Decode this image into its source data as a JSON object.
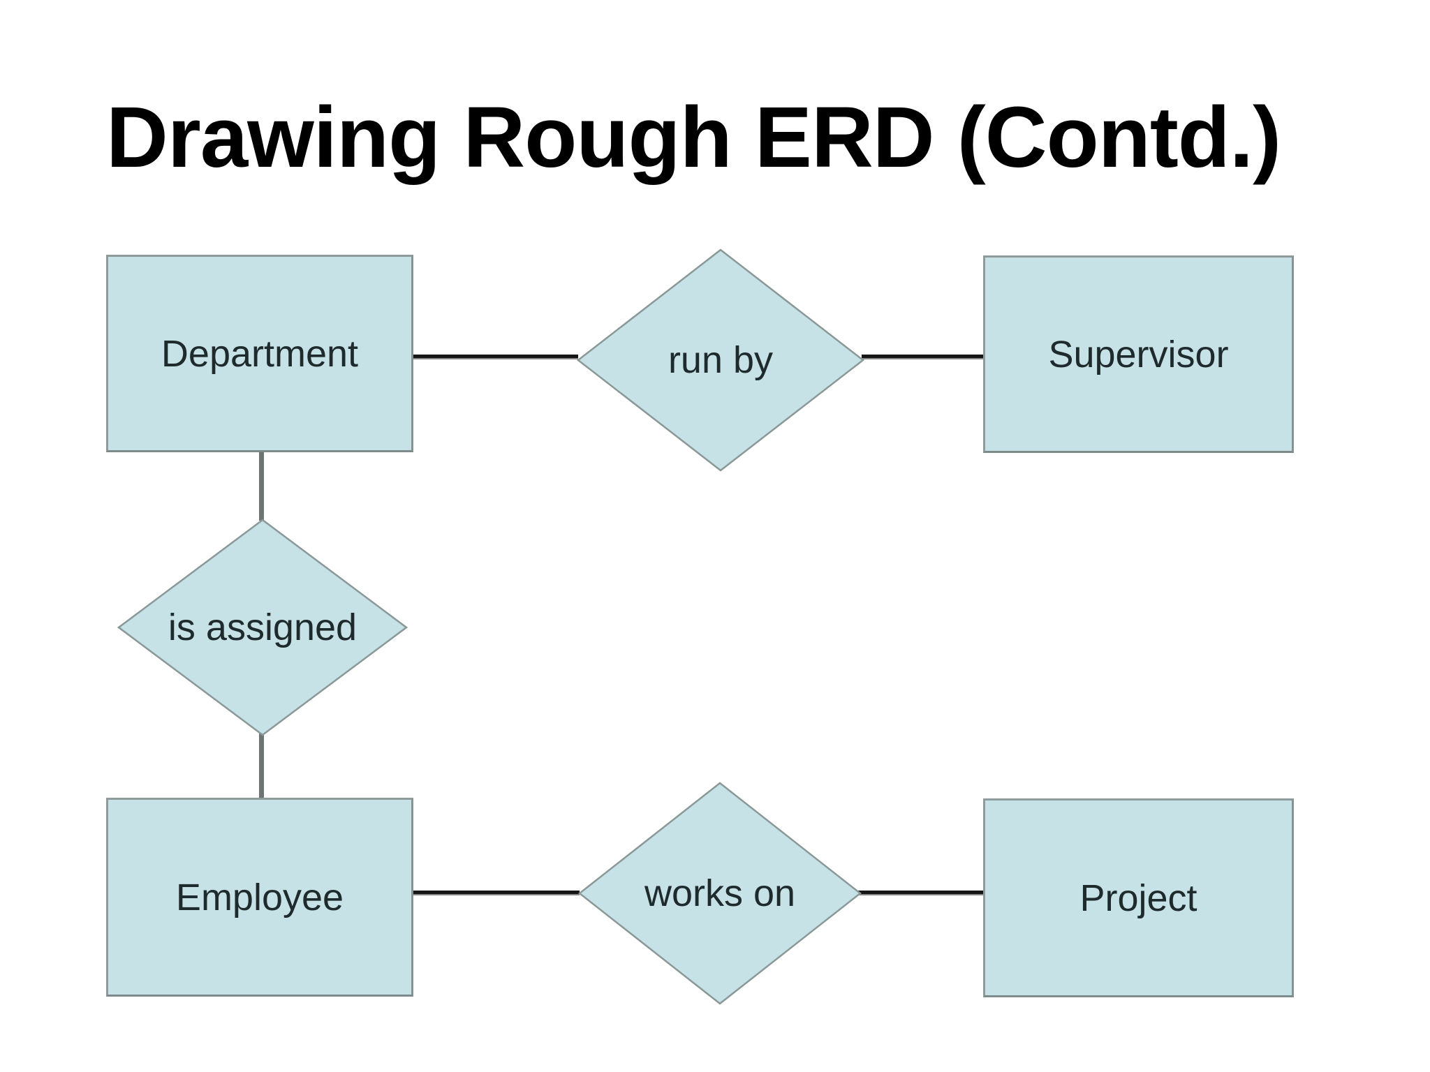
{
  "slide": {
    "title": "Drawing Rough ERD (Contd.)"
  },
  "diagram": {
    "entities": [
      {
        "label": "Department"
      },
      {
        "label": "Supervisor"
      },
      {
        "label": "Employee"
      },
      {
        "label": "Project"
      }
    ],
    "relationships": [
      {
        "label": "run by",
        "from": "Department",
        "to": "Supervisor"
      },
      {
        "label": "is assigned",
        "from": "Department",
        "to": "Employee"
      },
      {
        "label": "works on",
        "from": "Employee",
        "to": "Project"
      }
    ],
    "colors": {
      "shape_fill": "#c6e2e7",
      "shape_border": "#8f9a9a",
      "label_text": "#1e2a2c",
      "title_text": "#000000",
      "connector_horizontal": "#161616",
      "connector_vertical": "#6e7474"
    }
  }
}
